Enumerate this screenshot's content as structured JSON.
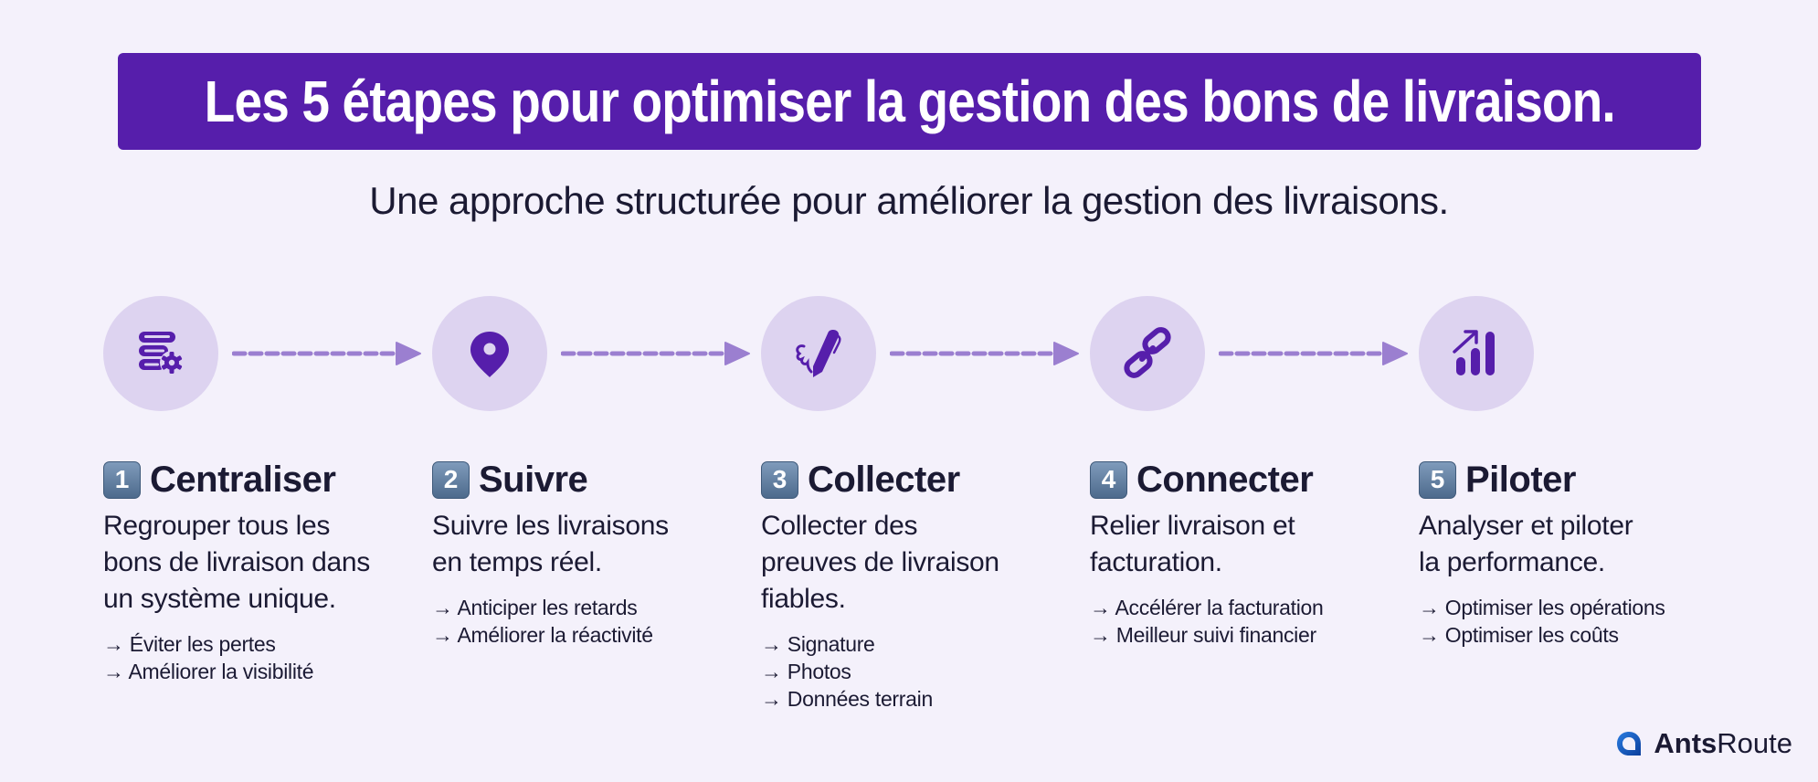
{
  "header": {
    "title": "Les 5 étapes pour optimiser la gestion des bons de livraison.",
    "subtitle": "Une approche structurée pour améliorer la gestion des livraisons."
  },
  "colors": {
    "background": "#f4f1fb",
    "banner": "#561eab",
    "circle": "#ddd3f0",
    "icon": "#561eab",
    "arrow": "#9b7fd0",
    "text": "#1b1a33"
  },
  "steps": [
    {
      "number": "1",
      "icon": "database-gear-icon",
      "title": "Centraliser",
      "description": "Regrouper tous les\nbons de livraison dans\nun système unique.",
      "bullets": [
        "→ Éviter les pertes",
        "→ Améliorer la visibilité"
      ]
    },
    {
      "number": "2",
      "icon": "location-pin-icon",
      "title": "Suivre",
      "description": "Suivre les livraisons\nen temps réel.",
      "bullets": [
        "→ Anticiper les retards",
        "→ Améliorer la réactivité"
      ]
    },
    {
      "number": "3",
      "icon": "signature-pen-icon",
      "title": "Collecter",
      "description": "Collecter des\npreuves de livraison\nfiables.",
      "bullets": [
        "→ Signature",
        "→ Photos",
        "→ Données terrain"
      ]
    },
    {
      "number": "4",
      "icon": "link-icon",
      "title": "Connecter",
      "description": "Relier livraison et\nfacturation.",
      "bullets": [
        "→ Accélérer la facturation",
        "→ Meilleur suivi financier"
      ]
    },
    {
      "number": "5",
      "icon": "chart-growth-icon",
      "title": "Piloter",
      "description": "Analyser et piloter\nla performance.",
      "bullets": [
        "→ Optimiser les opérations",
        "→ Optimiser les coûts"
      ]
    }
  ],
  "logo": {
    "bold": "Ants",
    "light": "Route"
  }
}
